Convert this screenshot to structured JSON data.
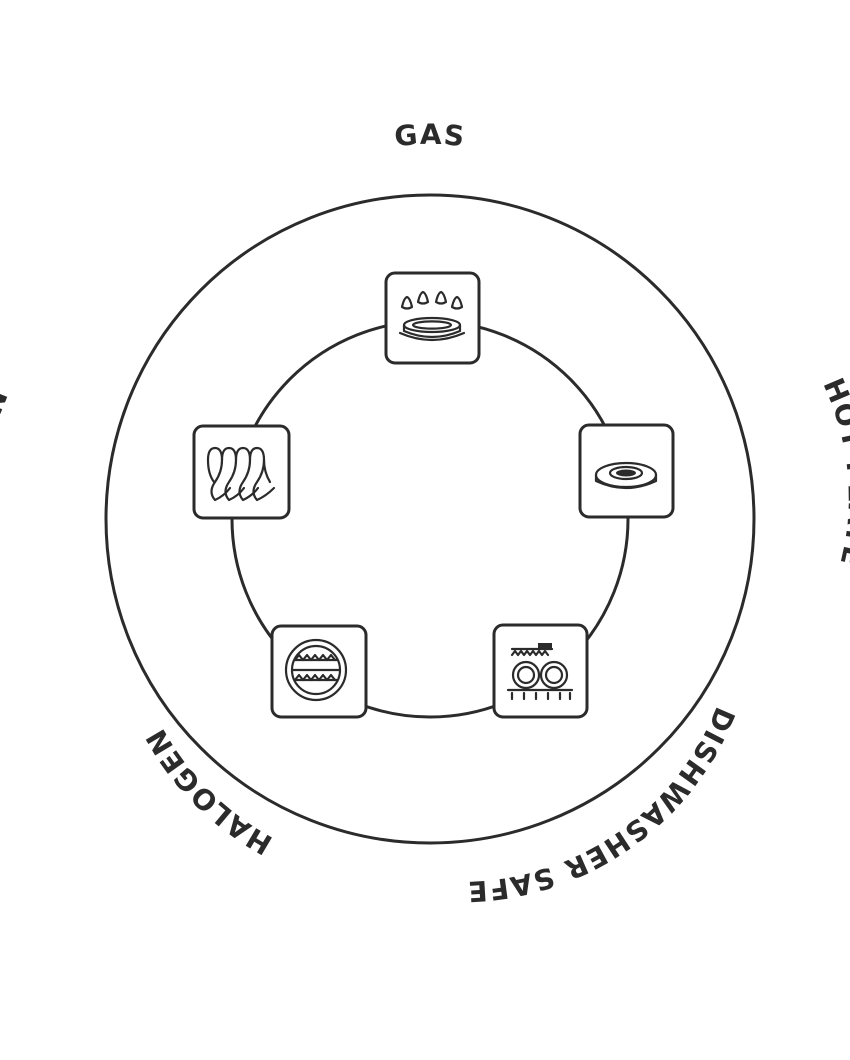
{
  "colors": {
    "ink": "#2b2b2b",
    "background": "#ffffff"
  },
  "labels": {
    "gas": "GAS",
    "hot_plate": "HOT PLATE",
    "dishwasher_safe": "DISHWASHER SAFE",
    "halogen": "HALOGEN",
    "induction": "INDUCTION"
  },
  "icons": {
    "gas": "gas-burner-icon",
    "hot_plate": "hot-plate-icon",
    "dishwasher_safe": "dishwasher-safe-icon",
    "halogen": "halogen-icon",
    "induction": "induction-coil-icon"
  }
}
